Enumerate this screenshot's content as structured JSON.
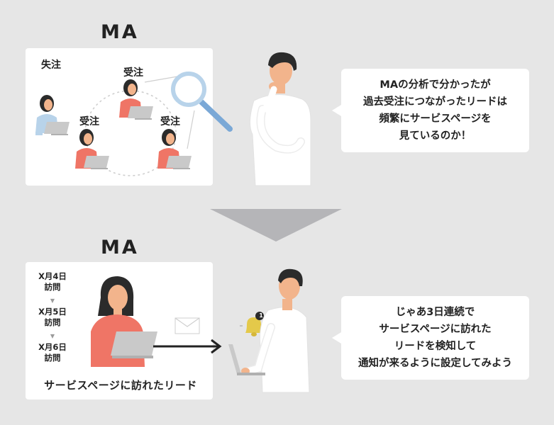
{
  "top": {
    "heading": "MA",
    "labels": {
      "lost": "失注",
      "won_top": "受注",
      "won_left": "受注",
      "won_right": "受注"
    },
    "bubble_lines": [
      "MAの分析で分かったが",
      "過去受注につながったリードは",
      "頻繁にサービスページを",
      "見ているのか！"
    ]
  },
  "bottom": {
    "heading": "MA",
    "dates": [
      {
        "date": "X月4日",
        "label": "訪問"
      },
      {
        "date": "X月5日",
        "label": "訪問"
      },
      {
        "date": "X月6日",
        "label": "訪問"
      }
    ],
    "caption": "サービスページに訪れたリード",
    "notification_count": "1",
    "bubble_lines": [
      "じゃあ3日連続で",
      "サービスページに訪れた",
      "リードを検知して",
      "通知が来るように設定してみよう"
    ]
  },
  "colors": {
    "background": "#e6e6e6",
    "panel": "#ffffff",
    "won_person": "#ef7566",
    "lost_person": "#b8d3ea",
    "hair": "#2b2b2b",
    "skin": "#f2b48c",
    "laptop": "#b9b9b9",
    "magnifier_handle": "#7aa8d6",
    "bell": "#e4c94a",
    "arrow_down": "#b5b5b8"
  },
  "icons": [
    "magnifier-icon",
    "envelope-icon",
    "bell-icon",
    "arrow-right-icon",
    "arrow-down-icon"
  ]
}
